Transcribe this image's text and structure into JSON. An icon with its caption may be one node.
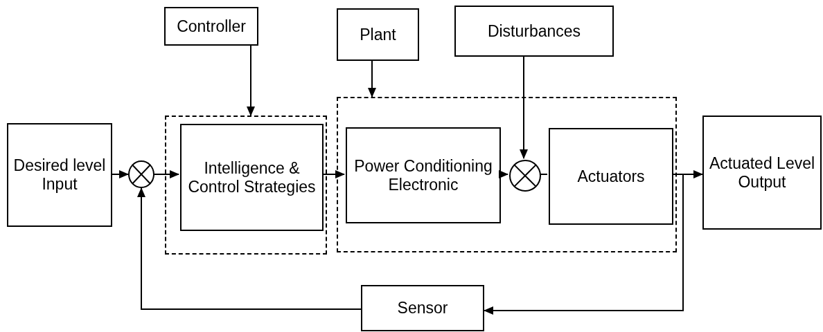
{
  "diagram": {
    "nodes": [
      {
        "text": [
          "Controller"
        ]
      },
      {
        "text": [
          "Plant"
        ]
      },
      {
        "text": [
          "Disturbances"
        ]
      },
      {
        "text": [
          "Desired level Input"
        ]
      },
      {
        "text": [],
        "shape": "circle"
      },
      {
        "text": [],
        "shape": "box"
      },
      {
        "text": [
          "Intelligence & Control Strategies"
        ],
        "in": 5
      },
      {
        "text": [],
        "shape": "box"
      },
      {
        "text": [
          "Power Conditioning Electronic"
        ],
        "in": 7
      },
      {
        "text": [],
        "shape": "circle",
        "in": 7
      },
      {
        "text": [
          "Actuators"
        ],
        "in": 7
      },
      {
        "text": [
          "Actuated Level Output"
        ]
      },
      {
        "text": [
          "Sensor"
        ]
      }
    ],
    "edges": [
      {
        "from": 0,
        "to": 5,
        "arrow": "to"
      },
      {
        "from": 1,
        "to": 7,
        "arrow": "to"
      },
      {
        "from": 2,
        "to": 9,
        "arrow": "to"
      },
      {
        "from": 3,
        "to": 4,
        "arrow": "to"
      },
      {
        "from": 4,
        "to": 6,
        "arrow": "to"
      },
      {
        "from": 6,
        "to": 8,
        "arrow": "to"
      },
      {
        "from": 8,
        "to": 9,
        "arrow": "to"
      },
      {
        "from": 9,
        "to": 10,
        "arrow": "none"
      },
      {
        "from": 10,
        "to": 11,
        "arrow": "to"
      },
      {
        "from": 10,
        "to": 12,
        "arrow": "to"
      },
      {
        "from": 12,
        "to": 4,
        "arrow": "to"
      }
    ]
  }
}
